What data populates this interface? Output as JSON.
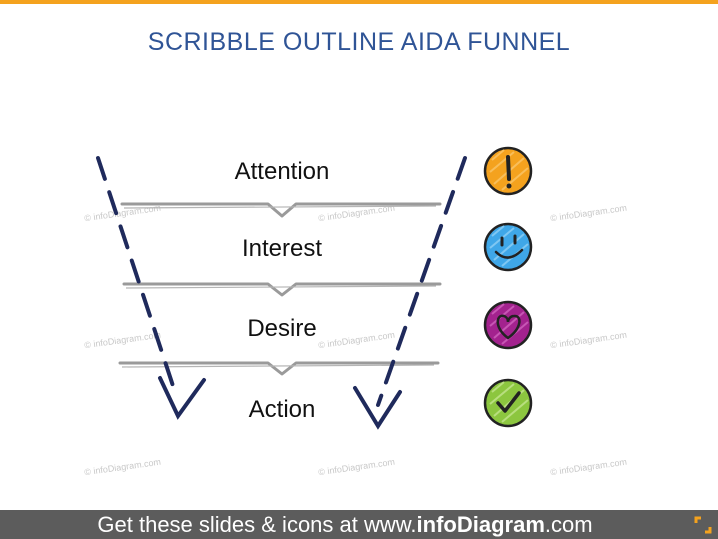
{
  "title": "SCRIBBLE OUTLINE AIDA FUNNEL",
  "stages": [
    {
      "label": "Attention",
      "icon": "exclamation-icon",
      "color": "#f4a21e"
    },
    {
      "label": "Interest",
      "icon": "smiley-icon",
      "color": "#3fa7e8"
    },
    {
      "label": "Desire",
      "icon": "heart-icon",
      "color": "#a3228e"
    },
    {
      "label": "Action",
      "icon": "checkmark-icon",
      "color": "#8cc63f"
    }
  ],
  "watermark": "© infoDiagram.com",
  "footer": {
    "prefix": "Get these slides & icons at www.",
    "brand": "infoDiagram",
    "suffix": ".com"
  },
  "colors": {
    "accent": "#f4a21e",
    "title": "#2f5496",
    "arrow": "#1f2a5c",
    "footer_bg": "#5c5c5c"
  }
}
